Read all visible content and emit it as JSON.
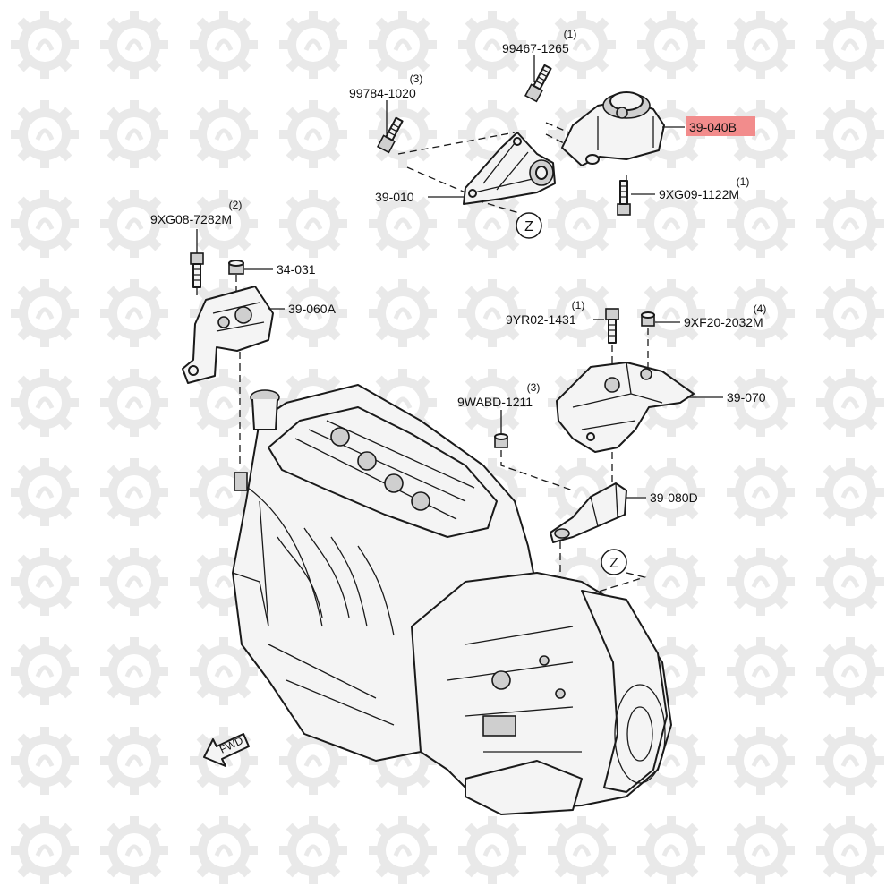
{
  "colors": {
    "highlight": "#f28c8c",
    "line": "#1a1a1a",
    "watermark": "#e9e9e9"
  },
  "callouts": [
    {
      "id": "c1",
      "part": "99467-1265",
      "qty": "(1)"
    },
    {
      "id": "c2",
      "part": "99784-1020",
      "qty": "(3)"
    },
    {
      "id": "c3",
      "part": "39-040B",
      "qty": "",
      "highlighted": true
    },
    {
      "id": "c4",
      "part": "9XG09-1122M",
      "qty": "(1)"
    },
    {
      "id": "c5",
      "part": "39-010",
      "qty": ""
    },
    {
      "id": "c6",
      "part": "9XG08-7282M",
      "qty": "(2)"
    },
    {
      "id": "c7",
      "part": "34-031",
      "qty": ""
    },
    {
      "id": "c8",
      "part": "39-060A",
      "qty": ""
    },
    {
      "id": "c9",
      "part": "9YR02-1431",
      "qty": "(1)"
    },
    {
      "id": "c10",
      "part": "9XF20-2032M",
      "qty": "(4)"
    },
    {
      "id": "c11",
      "part": "9WABD-1211",
      "qty": "(3)"
    },
    {
      "id": "c12",
      "part": "39-070",
      "qty": ""
    },
    {
      "id": "c13",
      "part": "39-080D",
      "qty": ""
    }
  ],
  "reference_markers": [
    "Z",
    "Z"
  ],
  "fwd_label": "FWD",
  "icons": [
    "hex-bolt-icon",
    "hex-nut-icon",
    "fwd-arrow-icon",
    "gear-watermark-icon"
  ]
}
